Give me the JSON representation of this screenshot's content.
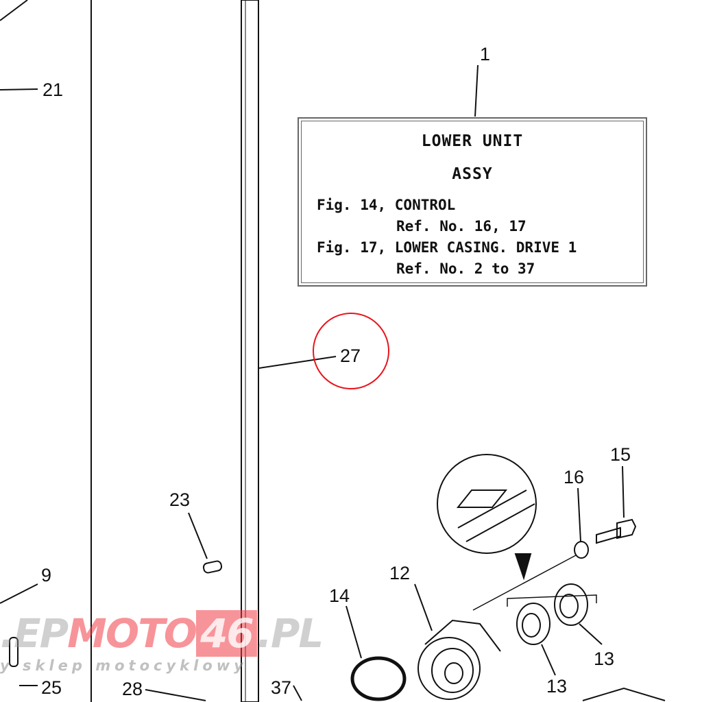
{
  "callout_box": {
    "title_line1": "LOWER UNIT",
    "title_line2": "ASSY",
    "line1": "Fig. 14, CONTROL",
    "line2": "Ref. No. 16, 17",
    "line3": "Fig. 17, LOWER CASING. DRIVE 1",
    "line4": "Ref. No. 2 to 37"
  },
  "part_labels": {
    "p1": "1",
    "p21": "21",
    "p27": "27",
    "p23": "23",
    "p9": "9",
    "p25": "25",
    "p28": "28",
    "p37": "37",
    "p14": "14",
    "p12": "12",
    "p16": "16",
    "p15": "15",
    "p13a": "13",
    "p13b": "13"
  },
  "highlight": {
    "part": "27",
    "color": "#e8141c"
  },
  "watermark": {
    "prefix": ".EP",
    "mid": "MOTO",
    "badge": "46",
    "suffix": ".PL",
    "tagline": "y sklep motocyklowy"
  }
}
